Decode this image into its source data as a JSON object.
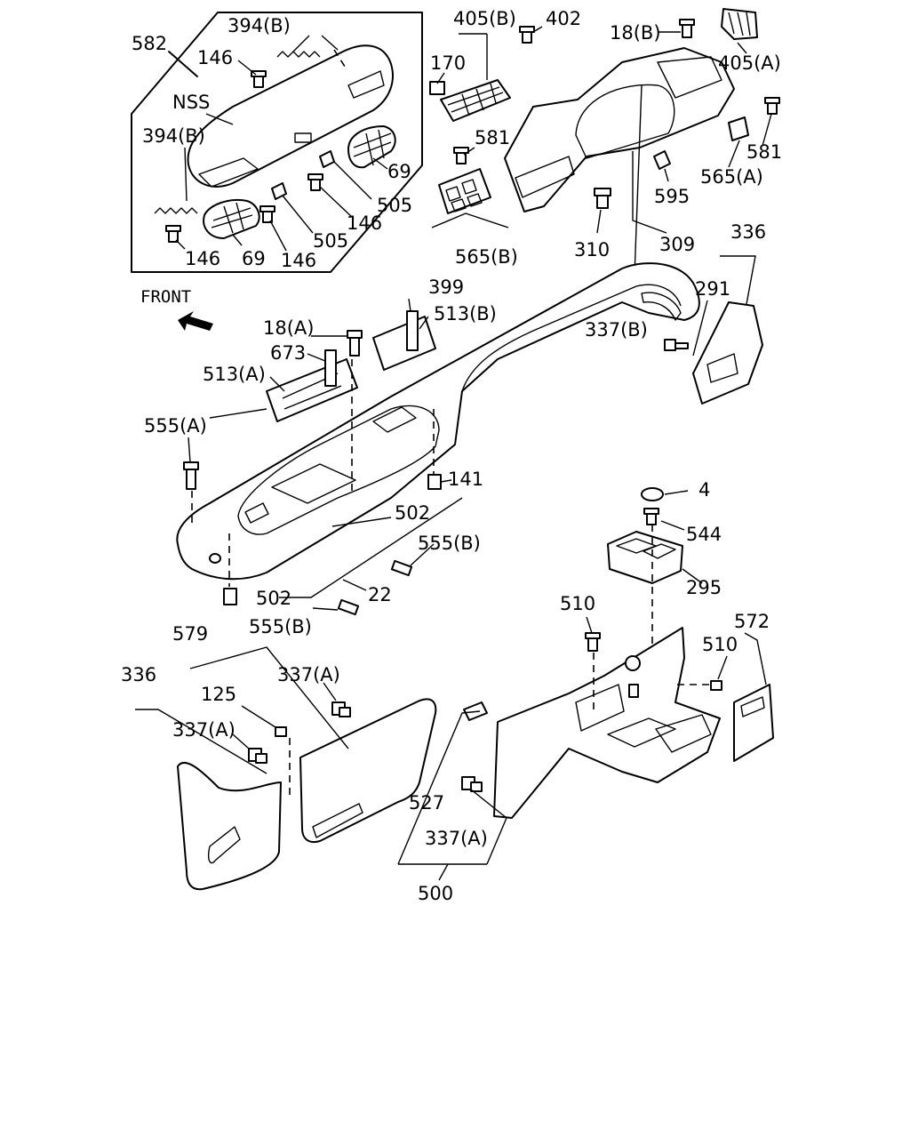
{
  "diagram": {
    "front_label": "FRONT",
    "nss_label": "NSS",
    "callouts": [
      {
        "id": "582",
        "text": "582"
      },
      {
        "id": "394b-top",
        "text": "394(B)"
      },
      {
        "id": "146-top",
        "text": "146"
      },
      {
        "id": "394b-left",
        "text": "394(B)"
      },
      {
        "id": "69-right",
        "text": "69"
      },
      {
        "id": "505-right",
        "text": "505"
      },
      {
        "id": "146-mid",
        "text": "146"
      },
      {
        "id": "505-mid",
        "text": "505"
      },
      {
        "id": "146-bl",
        "text": "146"
      },
      {
        "id": "69-bottom",
        "text": "69"
      },
      {
        "id": "146-bm",
        "text": "146"
      },
      {
        "id": "405b",
        "text": "405(B)"
      },
      {
        "id": "402",
        "text": "402"
      },
      {
        "id": "170",
        "text": "170"
      },
      {
        "id": "18b",
        "text": "18(B)"
      },
      {
        "id": "405a",
        "text": "405(A)"
      },
      {
        "id": "581-left",
        "text": "581"
      },
      {
        "id": "581-right",
        "text": "581"
      },
      {
        "id": "565a",
        "text": "565(A)"
      },
      {
        "id": "595",
        "text": "595"
      },
      {
        "id": "565b",
        "text": "565(B)"
      },
      {
        "id": "310",
        "text": "310"
      },
      {
        "id": "309",
        "text": "309"
      },
      {
        "id": "336-top",
        "text": "336"
      },
      {
        "id": "291",
        "text": "291"
      },
      {
        "id": "337b",
        "text": "337(B)"
      },
      {
        "id": "399",
        "text": "399"
      },
      {
        "id": "513b",
        "text": "513(B)"
      },
      {
        "id": "18a",
        "text": "18(A)"
      },
      {
        "id": "673",
        "text": "673"
      },
      {
        "id": "513a",
        "text": "513(A)"
      },
      {
        "id": "555a",
        "text": "555(A)"
      },
      {
        "id": "141",
        "text": "141"
      },
      {
        "id": "502-upper",
        "text": "502"
      },
      {
        "id": "555b-upper",
        "text": "555(B)"
      },
      {
        "id": "502-lower",
        "text": "502"
      },
      {
        "id": "22",
        "text": "22"
      },
      {
        "id": "555b-lower",
        "text": "555(B)"
      },
      {
        "id": "4",
        "text": "4"
      },
      {
        "id": "544",
        "text": "544"
      },
      {
        "id": "295",
        "text": "295"
      },
      {
        "id": "510-left",
        "text": "510"
      },
      {
        "id": "572",
        "text": "572"
      },
      {
        "id": "510-right",
        "text": "510"
      },
      {
        "id": "579",
        "text": "579"
      },
      {
        "id": "336-bottom",
        "text": "336"
      },
      {
        "id": "337a-top",
        "text": "337(A)"
      },
      {
        "id": "125",
        "text": "125"
      },
      {
        "id": "337a-left",
        "text": "337(A)"
      },
      {
        "id": "527",
        "text": "527"
      },
      {
        "id": "337a-bottom",
        "text": "337(A)"
      },
      {
        "id": "500",
        "text": "500"
      }
    ]
  }
}
